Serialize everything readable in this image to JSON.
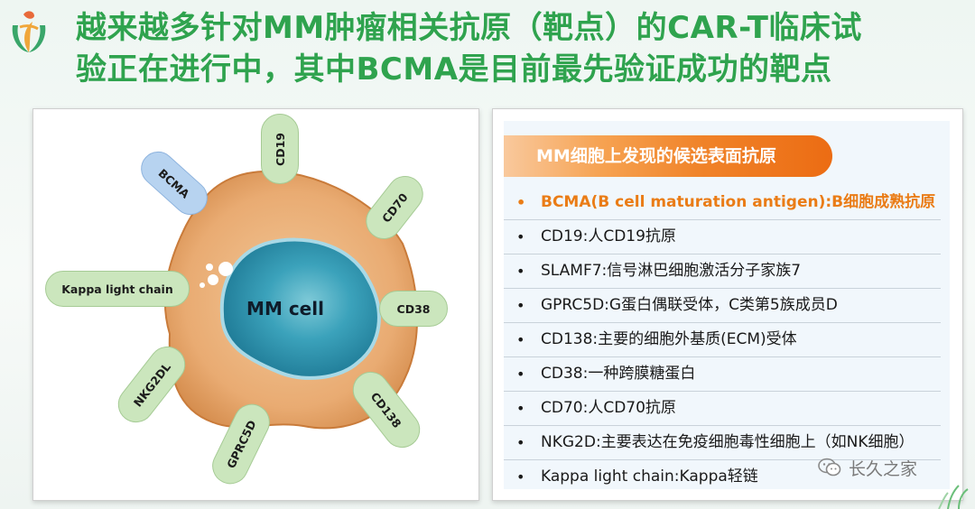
{
  "title": {
    "line1": "越来越多针对MM肿瘤相关抗原（靶点）的CAR-T临床试",
    "line2": "验正在进行中，其中BCMA是目前最先验证成功的靶点"
  },
  "diagram": {
    "cell_label": "MM cell",
    "antigens": {
      "cd19": "CD19",
      "bcma": "BCMA",
      "cd70": "CD70",
      "kappa": "Kappa light chain",
      "cd38": "CD38",
      "nkg2dl": "NKG2DL",
      "cd138": "CD138",
      "gprc5d": "GPRC5D"
    },
    "colors": {
      "receptor_green": "#cbe6bd",
      "receptor_blue": "#b7d3f0",
      "cytoplasm": "#e7a970",
      "nucleus": "#2b93ad"
    }
  },
  "panel": {
    "header": "MM细胞上发现的候选表面抗原",
    "bullet": "•",
    "items": [
      "BCMA(B cell maturation antigen):B细胞成熟抗原",
      "CD19:人CD19抗原",
      "SLAMF7:信号淋巴细胞激活分子家族7",
      "GPRC5D:G蛋白偶联受体，C类第5族成员D",
      "CD138:主要的细胞外基质(ECM)受体",
      "CD38:一种跨膜糖蛋白",
      "CD70:人CD70抗原",
      "NKG2D:主要表达在免疫细胞毒性细胞上（如NK细胞）",
      "Kappa light chain:Kappa轻链"
    ],
    "highlight_color": "#ea7c16",
    "header_color": "#f08329"
  },
  "watermark": {
    "text": "长久之家",
    "icon": "wechat-icon"
  },
  "theme": {
    "title_color": "#2fa34e"
  }
}
